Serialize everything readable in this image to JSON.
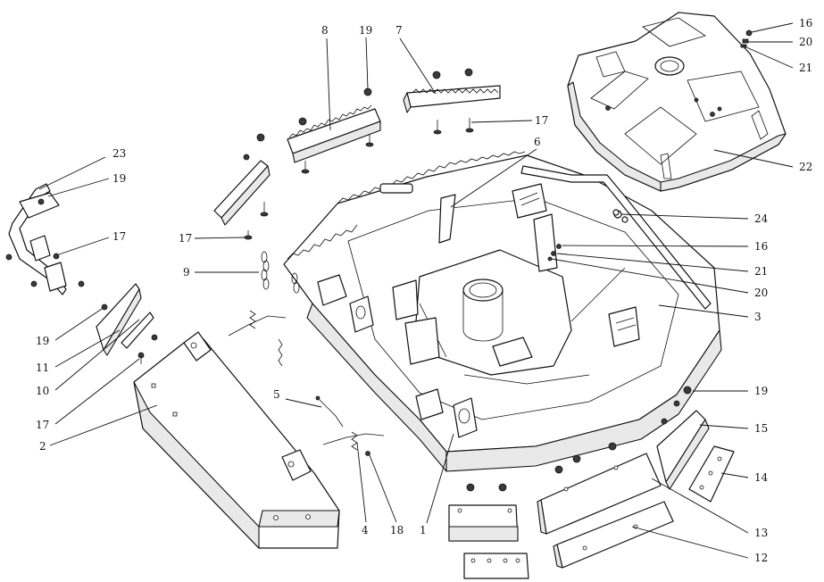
{
  "diagram": {
    "callouts": [
      {
        "id": "c23",
        "label": "23"
      },
      {
        "id": "c19a",
        "label": "19"
      },
      {
        "id": "c17a",
        "label": "17"
      },
      {
        "id": "c19b",
        "label": "19"
      },
      {
        "id": "c11",
        "label": "11"
      },
      {
        "id": "c10",
        "label": "10"
      },
      {
        "id": "c17b",
        "label": "17"
      },
      {
        "id": "c2",
        "label": "2"
      },
      {
        "id": "c17c",
        "label": "17"
      },
      {
        "id": "c9",
        "label": "9"
      },
      {
        "id": "c8",
        "label": "8"
      },
      {
        "id": "c19c",
        "label": "19"
      },
      {
        "id": "c7",
        "label": "7"
      },
      {
        "id": "c17d",
        "label": "17"
      },
      {
        "id": "c6",
        "label": "6"
      },
      {
        "id": "c5",
        "label": "5"
      },
      {
        "id": "c4",
        "label": "4"
      },
      {
        "id": "c18",
        "label": "18"
      },
      {
        "id": "c1",
        "label": "1"
      },
      {
        "id": "c16a",
        "label": "16"
      },
      {
        "id": "c20a",
        "label": "20"
      },
      {
        "id": "c21a",
        "label": "21"
      },
      {
        "id": "c22",
        "label": "22"
      },
      {
        "id": "c24",
        "label": "24"
      },
      {
        "id": "c16b",
        "label": "16"
      },
      {
        "id": "c21b",
        "label": "21"
      },
      {
        "id": "c20b",
        "label": "20"
      },
      {
        "id": "c3",
        "label": "3"
      },
      {
        "id": "c19d",
        "label": "19"
      },
      {
        "id": "c15",
        "label": "15"
      },
      {
        "id": "c14",
        "label": "14"
      },
      {
        "id": "c13",
        "label": "13"
      },
      {
        "id": "c12",
        "label": "12"
      }
    ]
  }
}
